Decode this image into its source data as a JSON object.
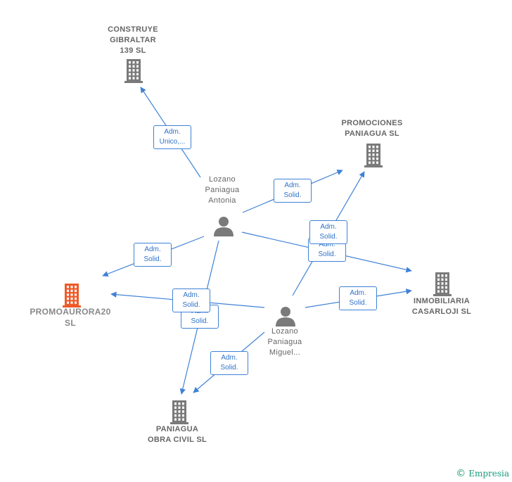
{
  "colors": {
    "edge": "#3f82d6",
    "node": "#7a7a7a",
    "focus": "#f05a28",
    "brand": "#1a9b7c"
  },
  "nodes": [
    {
      "id": "construye",
      "kind": "company",
      "label": "CONSTRUYE\nGIBRALTAR\n139 SL",
      "icon": "building-icon"
    },
    {
      "id": "promociones",
      "kind": "company",
      "label": "PROMOCIONES\nPANIAGUA SL",
      "icon": "building-icon"
    },
    {
      "id": "promoaurora",
      "kind": "company",
      "focus": true,
      "label": "PROMOAURORA20\nSL",
      "icon": "building-icon"
    },
    {
      "id": "inmobiliaria",
      "kind": "company",
      "label": "INMOBILIARIA\nCASARLOJI SL",
      "icon": "building-icon"
    },
    {
      "id": "paniagua",
      "kind": "company",
      "label": "PANIAGUA\nOBRA CIVIL SL",
      "icon": "building-icon"
    },
    {
      "id": "antonia",
      "kind": "person",
      "label": "Lozano\nPaniagua\nAntonia",
      "icon": "person-icon"
    },
    {
      "id": "miguel",
      "kind": "person",
      "label": "Lozano\nPaniagua\nMiguel...",
      "icon": "person-icon"
    }
  ],
  "edges": [
    {
      "from": "antonia",
      "to": "construye",
      "label": "Adm.\nUnico,..."
    },
    {
      "from": "antonia",
      "to": "promociones",
      "label": "Adm.\nSolid."
    },
    {
      "from": "antonia",
      "to": "promoaurora",
      "label": "Adm.\nSolid."
    },
    {
      "from": "antonia",
      "to": "inmobiliaria",
      "label": "Adm.\nSolid."
    },
    {
      "from": "antonia",
      "to": "paniagua",
      "label": "Adm.\nSolid."
    },
    {
      "from": "miguel",
      "to": "promociones",
      "label": "Adm.\nSolid."
    },
    {
      "from": "miguel",
      "to": "promoaurora",
      "label": "Adm.\nSolid."
    },
    {
      "from": "miguel",
      "to": "inmobiliaria",
      "label": "Adm.\nSolid."
    },
    {
      "from": "miguel",
      "to": "paniagua",
      "label": "Adm.\nSolid."
    }
  ],
  "footer": {
    "copyright": "©",
    "brand": "Empresia"
  }
}
